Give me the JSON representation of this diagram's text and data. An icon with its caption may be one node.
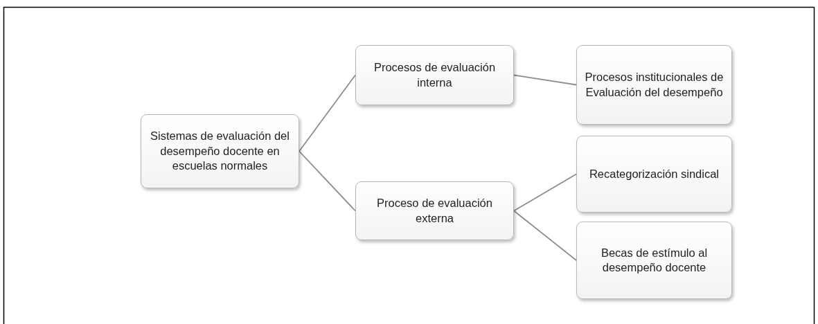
{
  "diagram": {
    "nodes": [
      {
        "text": [
          "Sistemas de evaluación del desempeño docente en escuelas normales"
        ]
      },
      {
        "text": [
          "Procesos de evaluación interna"
        ]
      },
      {
        "text": [
          "Proceso de evaluación externa"
        ]
      },
      {
        "text": [
          "Procesos institucionales de Evaluación del desempeño"
        ]
      },
      {
        "text": [
          "Recategorización sindical"
        ]
      },
      {
        "text": [
          "Becas de estímulo al desempeño docente"
        ]
      }
    ],
    "edges": [
      {
        "from": 0,
        "to": 1,
        "arrow": "none"
      },
      {
        "from": 0,
        "to": 2,
        "arrow": "none"
      },
      {
        "from": 1,
        "to": 3,
        "arrow": "none"
      },
      {
        "from": 2,
        "to": 4,
        "arrow": "none"
      },
      {
        "from": 2,
        "to": 5,
        "arrow": "none"
      }
    ]
  }
}
